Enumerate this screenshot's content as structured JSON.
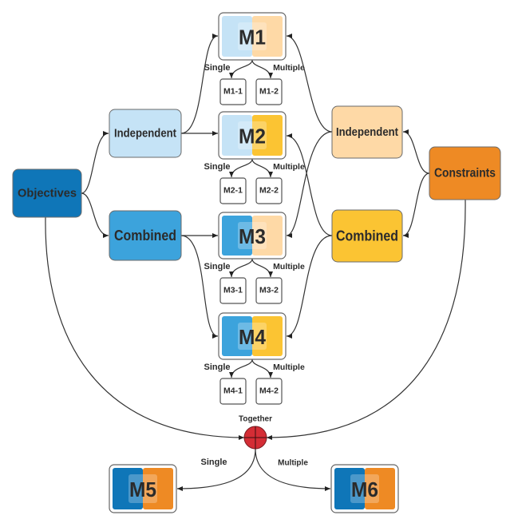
{
  "colors": {
    "objectives": "#0f76b8",
    "obj_independent": "#c5e3f6",
    "obj_combined": "#3ca3dc",
    "constraints": "#ee8a24",
    "con_independent": "#fed9a6",
    "con_combined": "#fbc433",
    "together": "#d42d35",
    "line": "#333333",
    "sub_border": "#555555"
  },
  "nodes": {
    "objectives": "Objectives",
    "obj_independent": "Independent",
    "obj_combined": "Combined",
    "constraints": "Constraints",
    "con_independent": "Independent",
    "con_combined": "Combined",
    "together": "Together"
  },
  "models": [
    {
      "id": "M1",
      "left": "obj_independent",
      "right": "con_independent",
      "single_label": "Single",
      "multiple_label": "Multiple",
      "subs": [
        "M1-1",
        "M1-2"
      ]
    },
    {
      "id": "M2",
      "left": "obj_independent",
      "right": "con_combined",
      "single_label": "Single",
      "multiple_label": "Multiple",
      "subs": [
        "M2-1",
        "M2-2"
      ]
    },
    {
      "id": "M3",
      "left": "obj_combined",
      "right": "con_independent",
      "single_label": "Single",
      "multiple_label": "Multiple",
      "subs": [
        "M3-1",
        "M3-2"
      ]
    },
    {
      "id": "M4",
      "left": "obj_combined",
      "right": "con_combined",
      "single_label": "Single",
      "multiple_label": "Multiple",
      "subs": [
        "M4-1",
        "M4-2"
      ]
    },
    {
      "id": "M5",
      "left": "objectives",
      "right": "constraints",
      "branch_label": "Single"
    },
    {
      "id": "M6",
      "left": "objectives",
      "right": "constraints",
      "branch_label": "Multiple"
    }
  ]
}
